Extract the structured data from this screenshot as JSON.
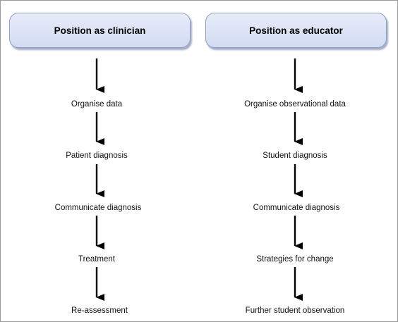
{
  "columns": [
    {
      "title": "Position as clinician",
      "steps": [
        "Organise data",
        "Patient diagnosis",
        "Communicate diagnosis",
        "Treatment",
        "Re-assessment"
      ]
    },
    {
      "title": "Position as educator",
      "steps": [
        "Organise observational data",
        "Student diagnosis",
        "Communicate diagnosis",
        "Strategies for change",
        "Further student observation"
      ]
    }
  ],
  "colors": {
    "box_fill": "#dfe5f6",
    "box_border": "#8f9ec4",
    "arrow": "#000000"
  }
}
